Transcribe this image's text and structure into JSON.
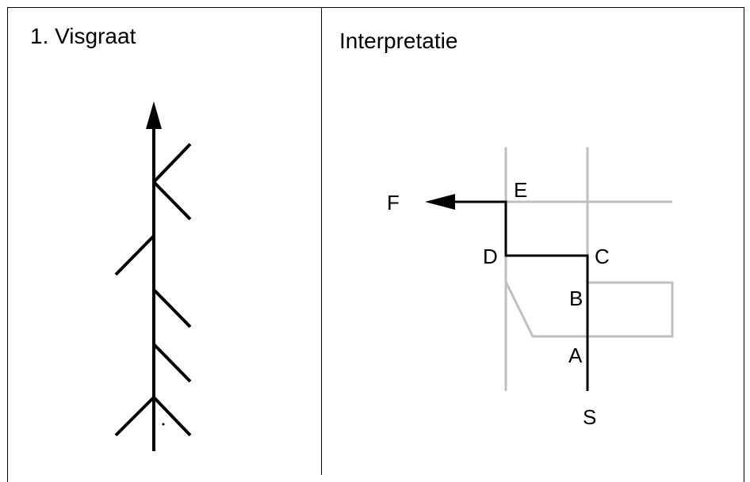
{
  "panels": {
    "left": {
      "title": "1. Visgraat"
    },
    "right": {
      "title": "Interpretatie"
    }
  },
  "route_labels": {
    "F": "F",
    "E": "E",
    "D": "D",
    "C": "C",
    "B": "B",
    "A": "A",
    "S": "S"
  },
  "colors": {
    "route": "#000000",
    "map_roads": "#bfbfbf",
    "border": "#000000"
  }
}
